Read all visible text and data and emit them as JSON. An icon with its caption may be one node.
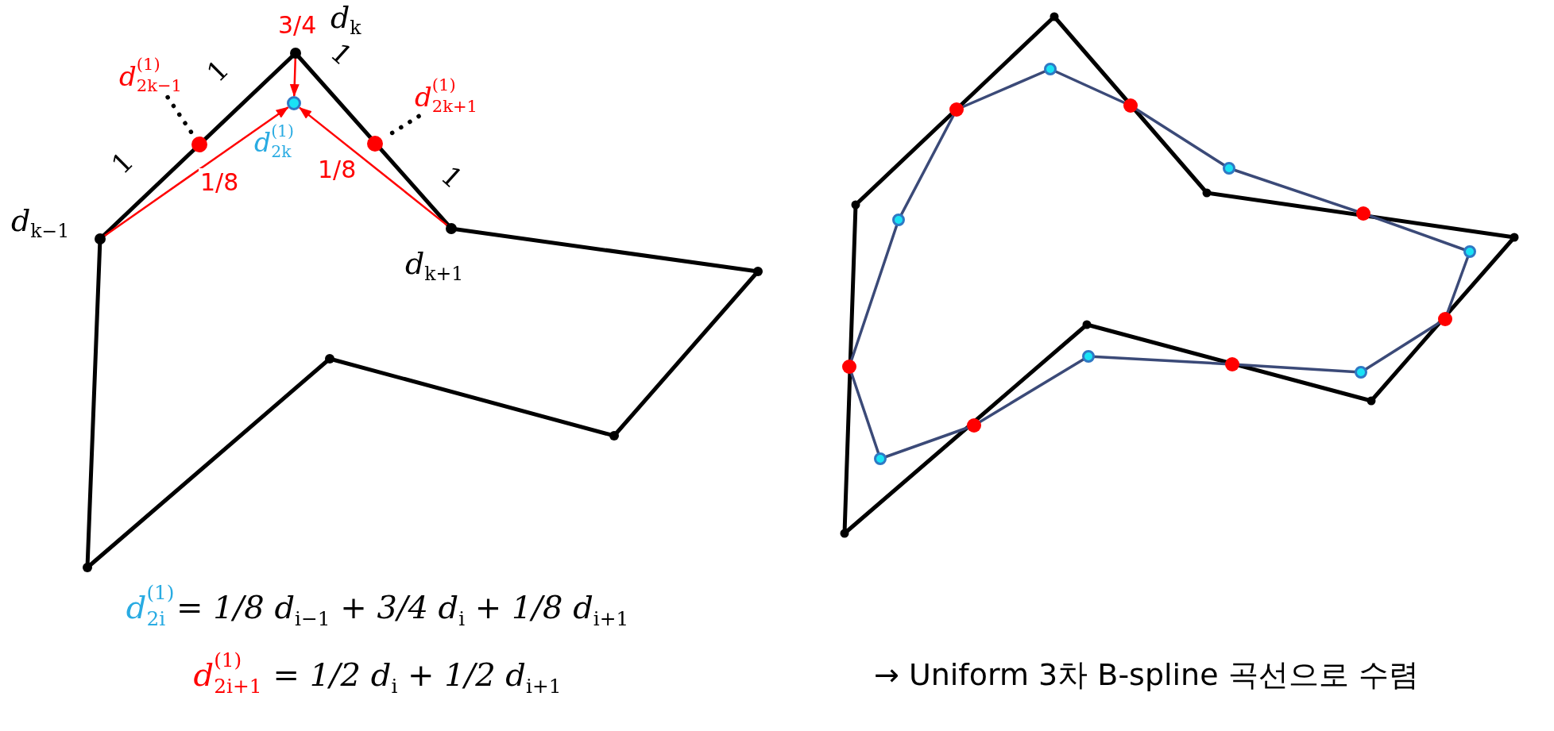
{
  "diagram": {
    "caption": "→ Uniform 3차 B-spline 곡선으로 수렴",
    "nodes": [
      {
        "text": [],
        "shape": "circle",
        "beside": [
          "d$_{k}$"
        ]
      },
      {
        "text": [
          "d$^{(1)}$$_{2k−1}$"
        ]
      },
      {
        "text": [
          "d$^{(1)}$$_{2k+1}$"
        ]
      },
      {
        "text": [],
        "shape": "circle",
        "beside": [
          "d$^{(1)}$$_{2k}$"
        ]
      },
      {
        "text": [],
        "shape": "circle"
      },
      {
        "text": [],
        "shape": "circle"
      },
      {
        "text": [],
        "shape": "circle",
        "beside": [
          "d$_{k−1}$"
        ]
      },
      {
        "text": [],
        "shape": "circle",
        "beside": [
          "d$_{k+1}$"
        ]
      }
    ],
    "edges": [
      {
        "from": 0,
        "to": 3,
        "arrow": "to",
        "label": "3/4"
      },
      {
        "from": 6,
        "to": 3,
        "arrow": "to",
        "label": "1/8"
      },
      {
        "from": 7,
        "to": 3,
        "arrow": "to",
        "label": "1/8"
      },
      {
        "from": 1,
        "to": 4,
        "arrow": "none",
        "style": "dashed",
        "color": "#000000"
      },
      {
        "from": 2,
        "to": 5,
        "arrow": "none",
        "style": "dashed",
        "color": "#000000"
      }
    ],
    "labels": [
      "1",
      "1",
      "1",
      "1",
      "d$^{(1)}$$_{2i}$",
      "= 1/8 d$_{i−1}$ + 3/4 d$_{i}$ + 1/8 d$_{i+1}$",
      "d$^{(1)}$$_{2i+1}$",
      "= 1/2 d$_{i}$ + 1/2 d$_{i+1}$"
    ]
  }
}
